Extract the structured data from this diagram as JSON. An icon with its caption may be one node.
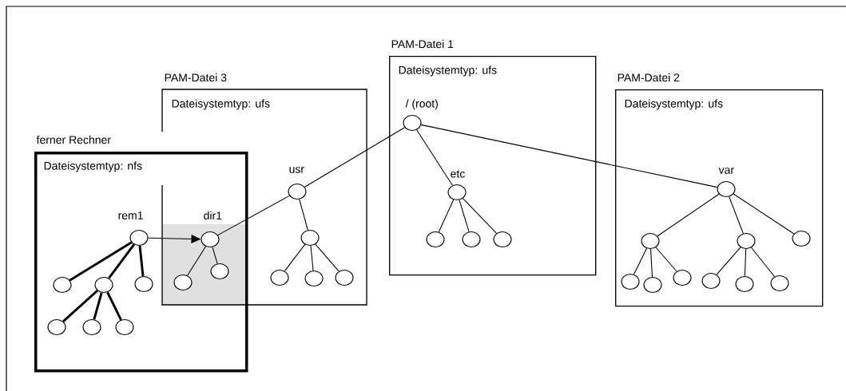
{
  "diagram": {
    "nodes": [
      {
        "text": [
          "PAM-Datei 1",
          "Dateisystemtyp: ufs"
        ]
      },
      {
        "text": [
          "PAM-Datei 3",
          "Dateisystemtyp: ufs"
        ]
      },
      {
        "text": [
          "PAM-Datei 2",
          "Dateisystemtyp: ufs"
        ]
      },
      {
        "text": [
          "ferner Rechner",
          "Dateisystemtyp: nfs"
        ]
      },
      {
        "text": [
          "/ (root)"
        ],
        "in": 0
      },
      {
        "text": [
          "etc"
        ],
        "in": 0
      },
      {
        "text": [],
        "shape": "circle",
        "in": 0
      },
      {
        "text": [],
        "shape": "circle",
        "in": 0
      },
      {
        "text": [],
        "shape": "circle",
        "in": 0
      },
      {
        "text": [
          "usr"
        ],
        "in": 1
      },
      {
        "text": [],
        "shape": "circle",
        "in": 1
      },
      {
        "text": [],
        "shape": "circle",
        "in": 1
      },
      {
        "text": [],
        "shape": "circle",
        "in": 1
      },
      {
        "text": [],
        "shape": "circle",
        "in": 1
      },
      {
        "text": [
          "dir1"
        ]
      },
      {
        "text": [],
        "shape": "circle"
      },
      {
        "text": [],
        "shape": "circle"
      },
      {
        "text": [
          "var"
        ],
        "in": 2
      },
      {
        "text": [],
        "shape": "circle",
        "in": 2
      },
      {
        "text": [],
        "shape": "circle",
        "in": 2
      },
      {
        "text": [],
        "shape": "circle",
        "in": 2
      },
      {
        "text": [],
        "shape": "circle",
        "in": 2
      },
      {
        "text": [],
        "shape": "circle",
        "in": 2
      },
      {
        "text": [],
        "shape": "circle",
        "in": 2
      },
      {
        "text": [],
        "shape": "circle",
        "in": 2
      },
      {
        "text": [],
        "shape": "circle",
        "in": 2
      },
      {
        "text": [],
        "shape": "circle",
        "in": 2
      },
      {
        "text": [
          "rem1"
        ],
        "in": 3
      },
      {
        "text": [],
        "shape": "circle",
        "in": 3
      },
      {
        "text": [],
        "shape": "circle",
        "in": 3
      },
      {
        "text": [],
        "shape": "circle",
        "in": 3
      },
      {
        "text": [],
        "shape": "circle",
        "in": 3
      },
      {
        "text": [],
        "shape": "circle",
        "in": 3
      },
      {
        "text": [],
        "shape": "circle",
        "in": 3
      }
    ],
    "edges": [
      {
        "from": 4,
        "to": 9,
        "arrow": "none"
      },
      {
        "from": 9,
        "to": 14,
        "arrow": "none"
      },
      {
        "from": 4,
        "to": 5,
        "arrow": "none"
      },
      {
        "from": 5,
        "to": 6,
        "arrow": "none"
      },
      {
        "from": 5,
        "to": 7,
        "arrow": "none"
      },
      {
        "from": 5,
        "to": 8,
        "arrow": "none"
      },
      {
        "from": 4,
        "to": 17,
        "arrow": "none"
      },
      {
        "from": 9,
        "to": 10,
        "arrow": "none"
      },
      {
        "from": 10,
        "to": 11,
        "arrow": "none"
      },
      {
        "from": 10,
        "to": 12,
        "arrow": "none"
      },
      {
        "from": 10,
        "to": 13,
        "arrow": "none"
      },
      {
        "from": 14,
        "to": 15,
        "arrow": "none"
      },
      {
        "from": 14,
        "to": 16,
        "arrow": "none"
      },
      {
        "from": 17,
        "to": 18,
        "arrow": "none"
      },
      {
        "from": 17,
        "to": 19,
        "arrow": "none"
      },
      {
        "from": 17,
        "to": 20,
        "arrow": "none"
      },
      {
        "from": 18,
        "to": 21,
        "arrow": "none"
      },
      {
        "from": 18,
        "to": 22,
        "arrow": "none"
      },
      {
        "from": 18,
        "to": 23,
        "arrow": "none"
      },
      {
        "from": 19,
        "to": 24,
        "arrow": "none"
      },
      {
        "from": 19,
        "to": 25,
        "arrow": "none"
      },
      {
        "from": 19,
        "to": 26,
        "arrow": "none"
      },
      {
        "from": 27,
        "to": 14,
        "arrow": "to"
      },
      {
        "from": 27,
        "to": 28,
        "arrow": "none",
        "style": "thick"
      },
      {
        "from": 27,
        "to": 29,
        "arrow": "none",
        "style": "thick"
      },
      {
        "from": 27,
        "to": 30,
        "arrow": "none",
        "style": "thick"
      },
      {
        "from": 29,
        "to": 31,
        "arrow": "none",
        "style": "thick"
      },
      {
        "from": 29,
        "to": 32,
        "arrow": "none",
        "style": "thick"
      },
      {
        "from": 29,
        "to": 33,
        "arrow": "none",
        "style": "thick"
      }
    ]
  }
}
